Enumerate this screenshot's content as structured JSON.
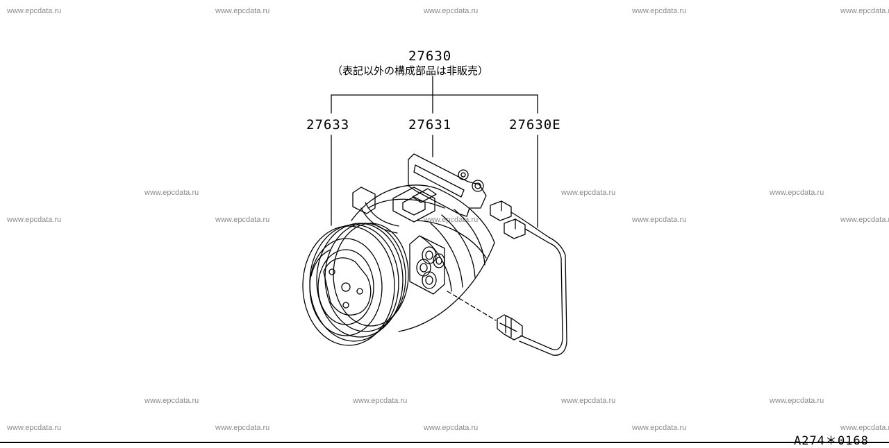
{
  "watermark": "www.epcdata.ru",
  "assembly": {
    "part_number": "27630",
    "note": "（表記以外の構成部品は非販売）"
  },
  "components": [
    {
      "part_number": "27633"
    },
    {
      "part_number": "27631"
    },
    {
      "part_number": "27630E"
    }
  ],
  "diagram_code": "A274＊0168"
}
